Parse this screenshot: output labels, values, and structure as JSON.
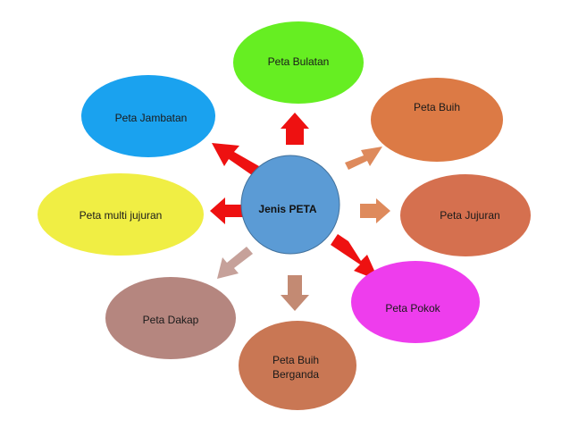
{
  "center": {
    "label": "Jenis PETA",
    "color": "#5b9bd5"
  },
  "nodes": [
    {
      "id": "peta-bulatan",
      "label": "Peta Bulatan",
      "color": "#66ee22"
    },
    {
      "id": "peta-buih",
      "label": "Peta Buih",
      "color": "#dc7a45"
    },
    {
      "id": "peta-jujuran",
      "label": "Peta Jujuran",
      "color": "#d5704f"
    },
    {
      "id": "peta-pokok",
      "label": "Peta Pokok",
      "color": "#ee3ded"
    },
    {
      "id": "peta-buih-berganda",
      "label_line1": "Peta Buih",
      "label_line2": "Berganda",
      "color": "#c97754"
    },
    {
      "id": "peta-dakap",
      "label": "Peta Dakap",
      "color": "#b5867f"
    },
    {
      "id": "peta-multi-jujuran",
      "label": "Peta multi jujuran",
      "color": "#f0ee44"
    },
    {
      "id": "peta-jambatan",
      "label": "Peta Jambatan",
      "color": "#1aa2ef"
    }
  ],
  "arrow_colors": {
    "up": "#ee1111",
    "upper_right": "#de8a5c",
    "right": "#de8a5c",
    "lower_right": "#ee1111",
    "down": "#c38a73",
    "lower_left": "#c6a19a",
    "left": "#ee1111",
    "upper_left": "#ee1111"
  }
}
